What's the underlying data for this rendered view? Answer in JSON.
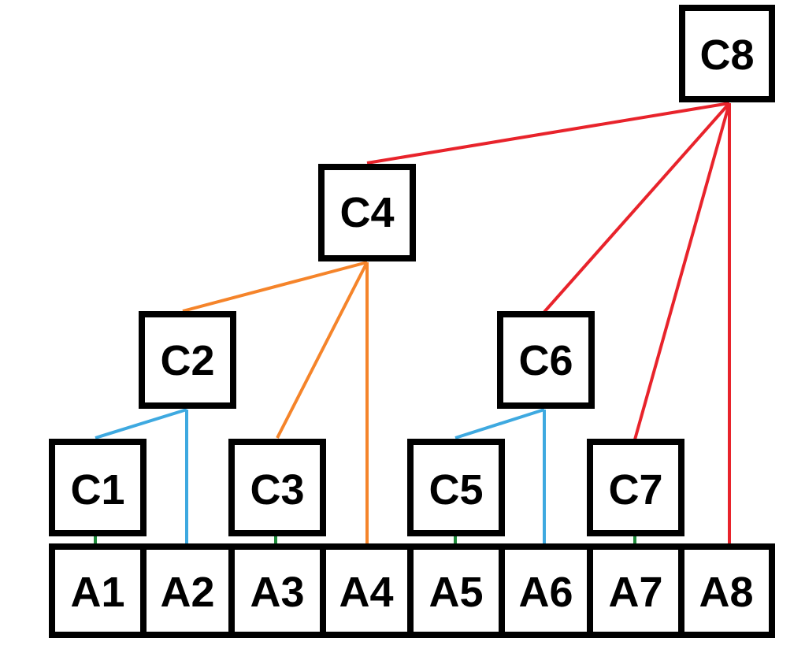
{
  "colors": {
    "background": "#ffffff",
    "box_border": "#000000",
    "text": "#000000",
    "level1": "#3ea9e0",
    "level2": "#f5842a",
    "level3": "#e8232b",
    "leaf": "#1e8a3a"
  },
  "nodes": {
    "c1": "C1",
    "c2": "C2",
    "c3": "C3",
    "c4": "C4",
    "c5": "C5",
    "c6": "C6",
    "c7": "C7",
    "c8": "C8"
  },
  "array": [
    "A1",
    "A2",
    "A3",
    "A4",
    "A5",
    "A6",
    "A7",
    "A8"
  ]
}
